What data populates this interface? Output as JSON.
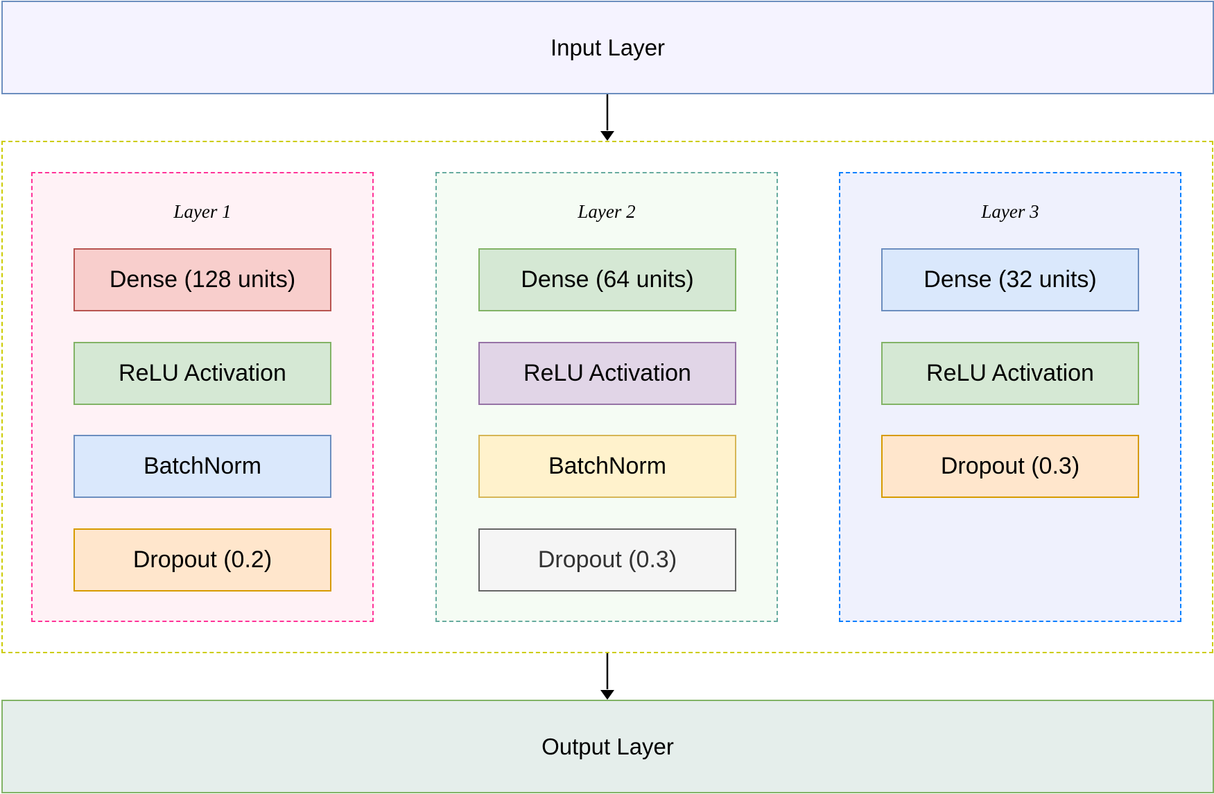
{
  "input_layer": {
    "label": "Input Layer"
  },
  "output_layer": {
    "label": "Output Layer"
  },
  "groups": [
    {
      "title": "Layer 1",
      "nodes": [
        {
          "label": "Dense (128 units)",
          "fill": "#f8cecc",
          "stroke": "#b85450",
          "text_color": "#000000"
        },
        {
          "label": "ReLU Activation",
          "fill": "#d5e8d4",
          "stroke": "#82b366",
          "text_color": "#000000"
        },
        {
          "label": "BatchNorm",
          "fill": "#dae8fc",
          "stroke": "#6c8ebf",
          "text_color": "#000000"
        },
        {
          "label": "Dropout (0.2)",
          "fill": "#ffe6cc",
          "stroke": "#d79b00",
          "text_color": "#000000"
        }
      ],
      "frame_color": "#ff3399",
      "frame_fill": "#fff2f6"
    },
    {
      "title": "Layer 2",
      "nodes": [
        {
          "label": "Dense (64 units)",
          "fill": "#d5e8d4",
          "stroke": "#82b366",
          "text_color": "#000000"
        },
        {
          "label": "ReLU Activation",
          "fill": "#e1d5e7",
          "stroke": "#9673a6",
          "text_color": "#000000"
        },
        {
          "label": "BatchNorm",
          "fill": "#fff2cc",
          "stroke": "#d6b656",
          "text_color": "#000000"
        },
        {
          "label": "Dropout (0.3)",
          "fill": "#f5f5f5",
          "stroke": "#666666",
          "text_color": "#333333"
        }
      ],
      "frame_color": "#67ab9f",
      "frame_fill": "#f5fcf4"
    },
    {
      "title": "Layer 3",
      "nodes": [
        {
          "label": "Dense (32 units)",
          "fill": "#dae8fc",
          "stroke": "#6c8ebf",
          "text_color": "#000000"
        },
        {
          "label": "ReLU Activation",
          "fill": "#d5e8d4",
          "stroke": "#82b366",
          "text_color": "#000000"
        },
        {
          "label": "Dropout (0.3)",
          "fill": "#ffe6cc",
          "stroke": "#d79b00",
          "text_color": "#000000"
        }
      ],
      "frame_color": "#007fff",
      "frame_fill": "#eff1fd"
    }
  ],
  "colors": {
    "input_fill": "#f5f3ff",
    "input_stroke": "#6c8ebf",
    "output_fill": "#e5eeeb",
    "output_stroke": "#82b366",
    "container_border": "#cccc00",
    "arrow": "#000000"
  }
}
